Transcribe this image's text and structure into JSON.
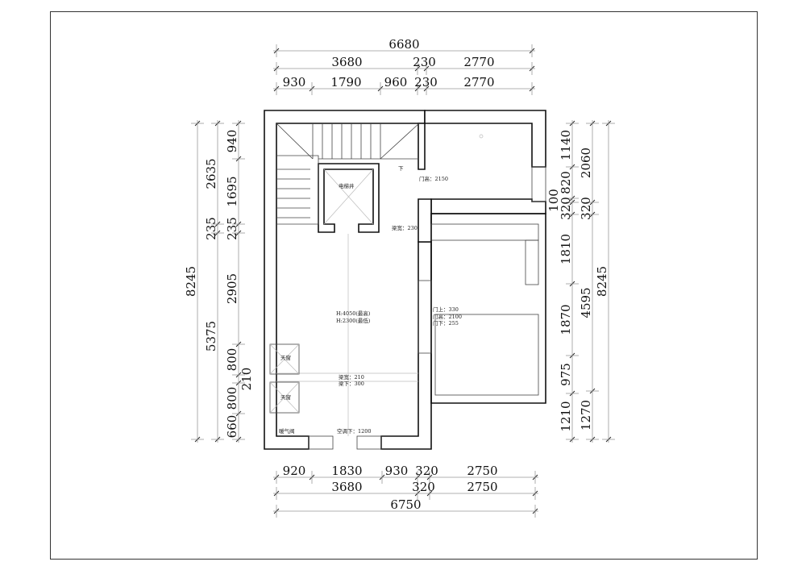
{
  "dimensions": {
    "top": {
      "row1": [
        "6680"
      ],
      "row2": [
        "3680",
        "230",
        "2770"
      ],
      "row3": [
        "930",
        "1790",
        "960",
        "230",
        "2770"
      ]
    },
    "bottom": {
      "row1": [
        "920",
        "1830",
        "930",
        "320",
        "2750"
      ],
      "row2": [
        "3680",
        "320",
        "2750"
      ],
      "row3": [
        "6750"
      ]
    },
    "left": {
      "outer": [
        "8245"
      ],
      "middle": [
        "2635",
        "235",
        "5375"
      ],
      "inner": [
        "940",
        "1695",
        "235",
        "2905",
        "800",
        "210",
        "800",
        "660"
      ]
    },
    "right": {
      "inner": [
        "1140",
        "820",
        "100",
        "320",
        "1810",
        "1870",
        "975",
        "1210"
      ],
      "middle": [
        "2060",
        "320",
        "4595",
        "1270"
      ],
      "outer": [
        "8245"
      ]
    }
  },
  "labels": {
    "elevator": "电梯井",
    "stair_down": "下",
    "door_height_top": "门高：2150",
    "beam_width_top": "梁宽：230",
    "height_max": "H:4050(最高)",
    "height_min": "H:2300(最低)",
    "door_above": "门上：330",
    "door_height": "门高：2100",
    "door_below": "门下：255",
    "beam_width": "梁宽：210",
    "beam_below": "梁下：300",
    "skylight_1": "天窗",
    "skylight_2": "天窗",
    "valve": "暖气阀",
    "ac_below": "空调下：1200"
  }
}
